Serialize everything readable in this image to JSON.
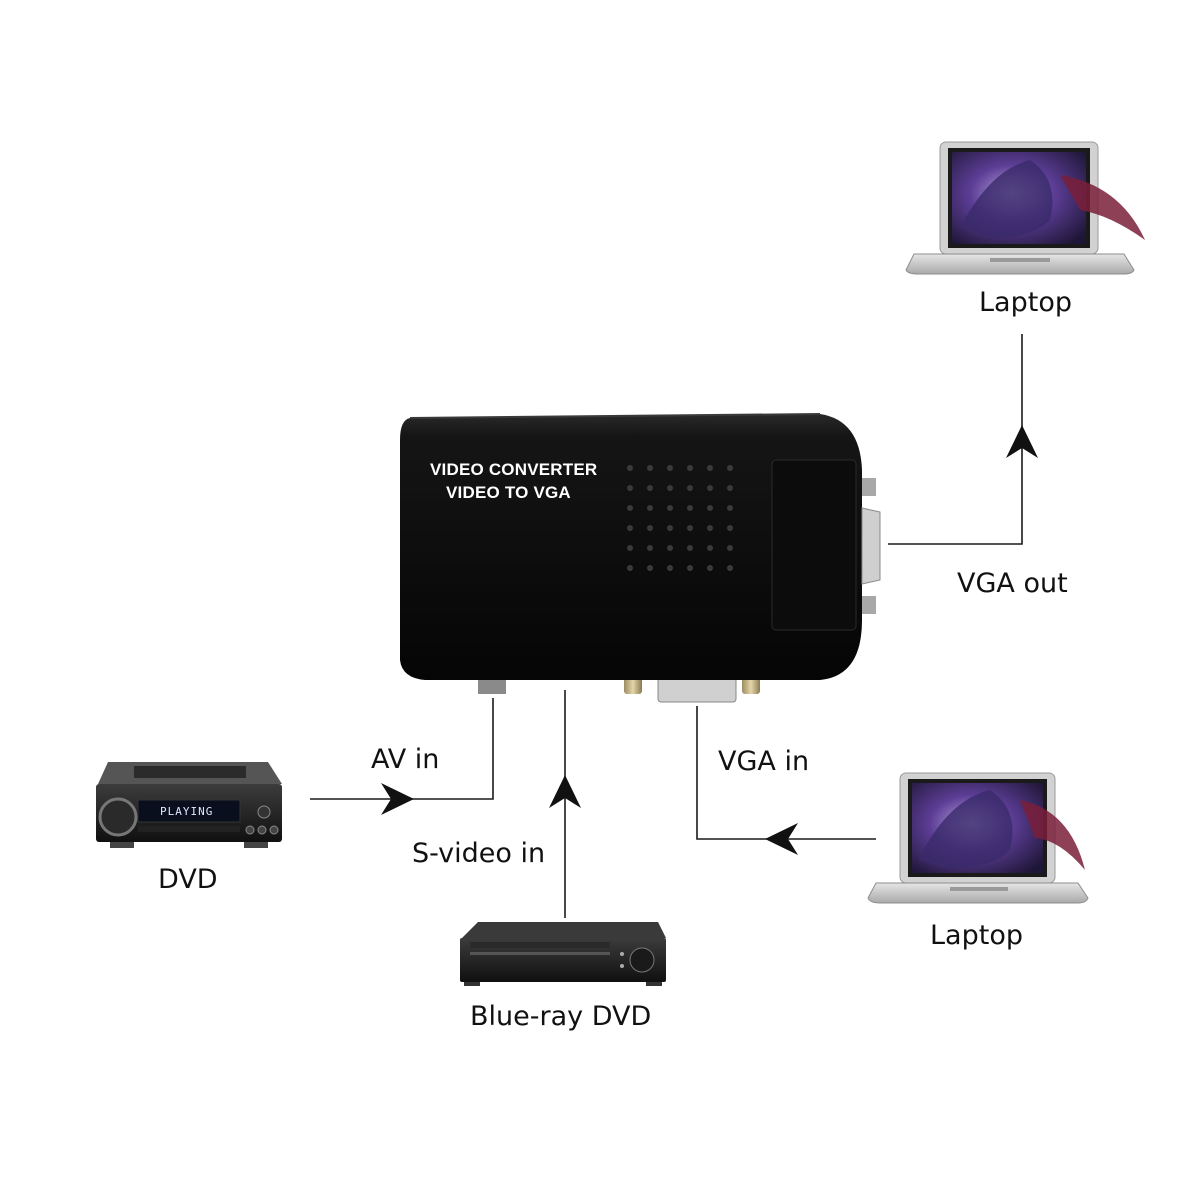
{
  "labels": {
    "laptop_top": "Laptop",
    "vga_out": "VGA out",
    "av_in": "AV in",
    "vga_in": "VGA in",
    "s_video_in": "S-video in",
    "dvd": "DVD",
    "laptop_bottom": "Laptop",
    "blueray_dvd": "Blue-ray DVD"
  },
  "converter": {
    "line1": "VIDEO CONVERTER",
    "line2": "VIDEO TO VGA"
  },
  "dvd_display": "PLAYING",
  "colors": {
    "line": "#1a1a1a",
    "device_body": "#111111",
    "laptop_silver": "#c9c9c9",
    "screen_art": "#6a3fa0"
  }
}
